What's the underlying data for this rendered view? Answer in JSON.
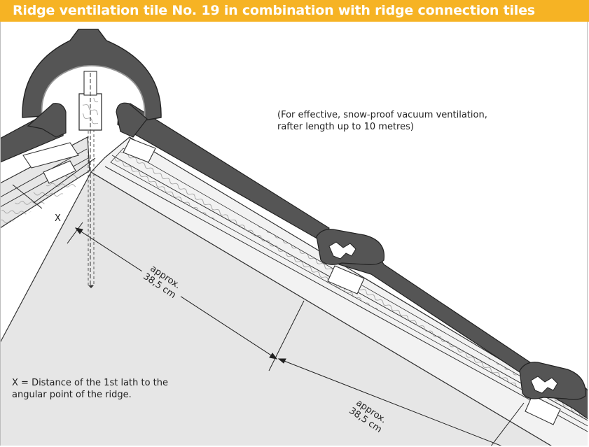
{
  "title": "Ridge ventilation tile No. 19 in combination with ridge connection tiles",
  "notes": {
    "ventilation_line1": "(For effective, snow-proof vacuum ventilation,",
    "ventilation_line2": "rafter length up to 10 metres)",
    "legend_line1": "X = Distance of the 1st lath to the",
    "legend_line2": "angular point of the ridge."
  },
  "labels": {
    "x_marker": "X",
    "dim1_line1": "approx.",
    "dim1_line2": "38,5 cm",
    "dim2_line1": "approx.",
    "dim2_line2": "38,5 cm"
  },
  "colors": {
    "title_bar": "#f6b324",
    "tile_dark": "#555555",
    "roof_fill": "#e6e6e6",
    "wood": "#ffffff"
  }
}
